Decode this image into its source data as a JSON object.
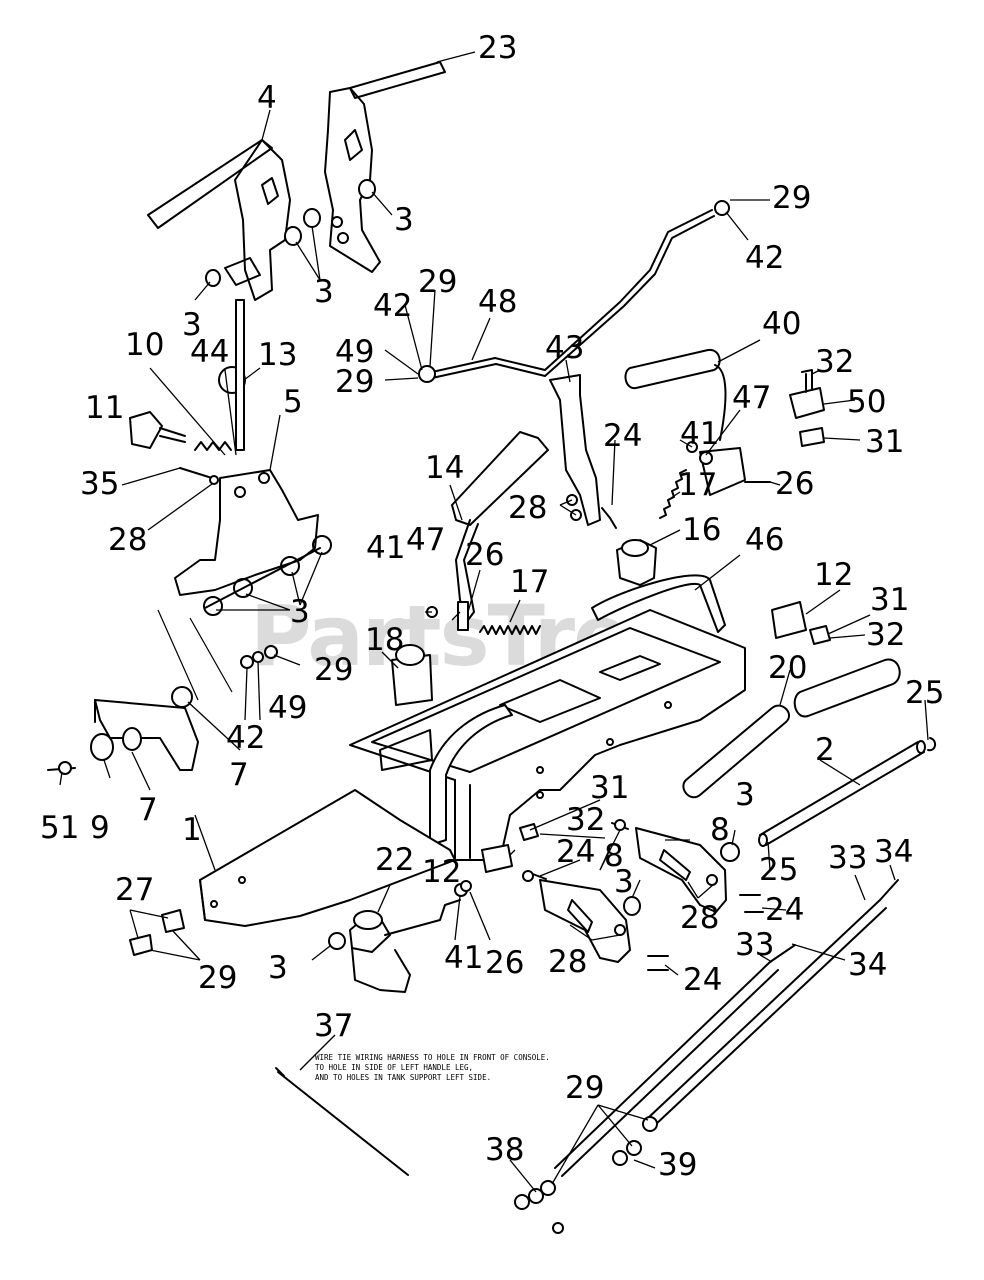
{
  "watermark": "PartsTree",
  "note_lines": [
    "WIRE TIE WIRING HARNESS TO HOLE IN FRONT OF CONSOLE.",
    "TO HOLE IN SIDE OF LEFT HANDLE LEG,",
    "AND TO HOLES IN TANK SUPPORT LEFT SIDE."
  ],
  "callouts": {
    "c1": "1",
    "c2": "2",
    "c3a": "3",
    "c3b": "3",
    "c3c": "3",
    "c3d": "3",
    "c3e": "3",
    "c3f": "3",
    "c3g": "3",
    "c4": "4",
    "c5": "5",
    "c7a": "7",
    "c7b": "7",
    "c8a": "8",
    "c8b": "8",
    "c9": "9",
    "c10": "10",
    "c11": "11",
    "c12a": "12",
    "c12b": "12",
    "c13": "13",
    "c14": "14",
    "c16": "16",
    "c17a": "17",
    "c17b": "17",
    "c18": "18",
    "c20": "20",
    "c22": "22",
    "c23": "23",
    "c24a": "24",
    "c24b": "24",
    "c24c": "24",
    "c24d": "24",
    "c25a": "25",
    "c25b": "25",
    "c26a": "26",
    "c26b": "26",
    "c26c": "26",
    "c27": "27",
    "c28a": "28",
    "c28b": "28",
    "c28c": "28",
    "c28d": "28",
    "c29a": "29",
    "c29b": "29",
    "c29c": "29",
    "c29d": "29",
    "c29e": "29",
    "c29f": "29",
    "c31a": "31",
    "c31b": "31",
    "c31c": "31",
    "c32a": "32",
    "c32b": "32",
    "c32c": "32",
    "c33a": "33",
    "c33b": "33",
    "c34a": "34",
    "c34b": "34",
    "c35": "35",
    "c37": "37",
    "c38": "38",
    "c39": "39",
    "c40": "40",
    "c41a": "41",
    "c41b": "41",
    "c41c": "41",
    "c42a": "42",
    "c42b": "42",
    "c42c": "42",
    "c43": "43",
    "c44": "44",
    "c46": "46",
    "c47a": "47",
    "c47b": "47",
    "c48": "48",
    "c49a": "49",
    "c49b": "49",
    "c50": "50",
    "c51": "51"
  }
}
